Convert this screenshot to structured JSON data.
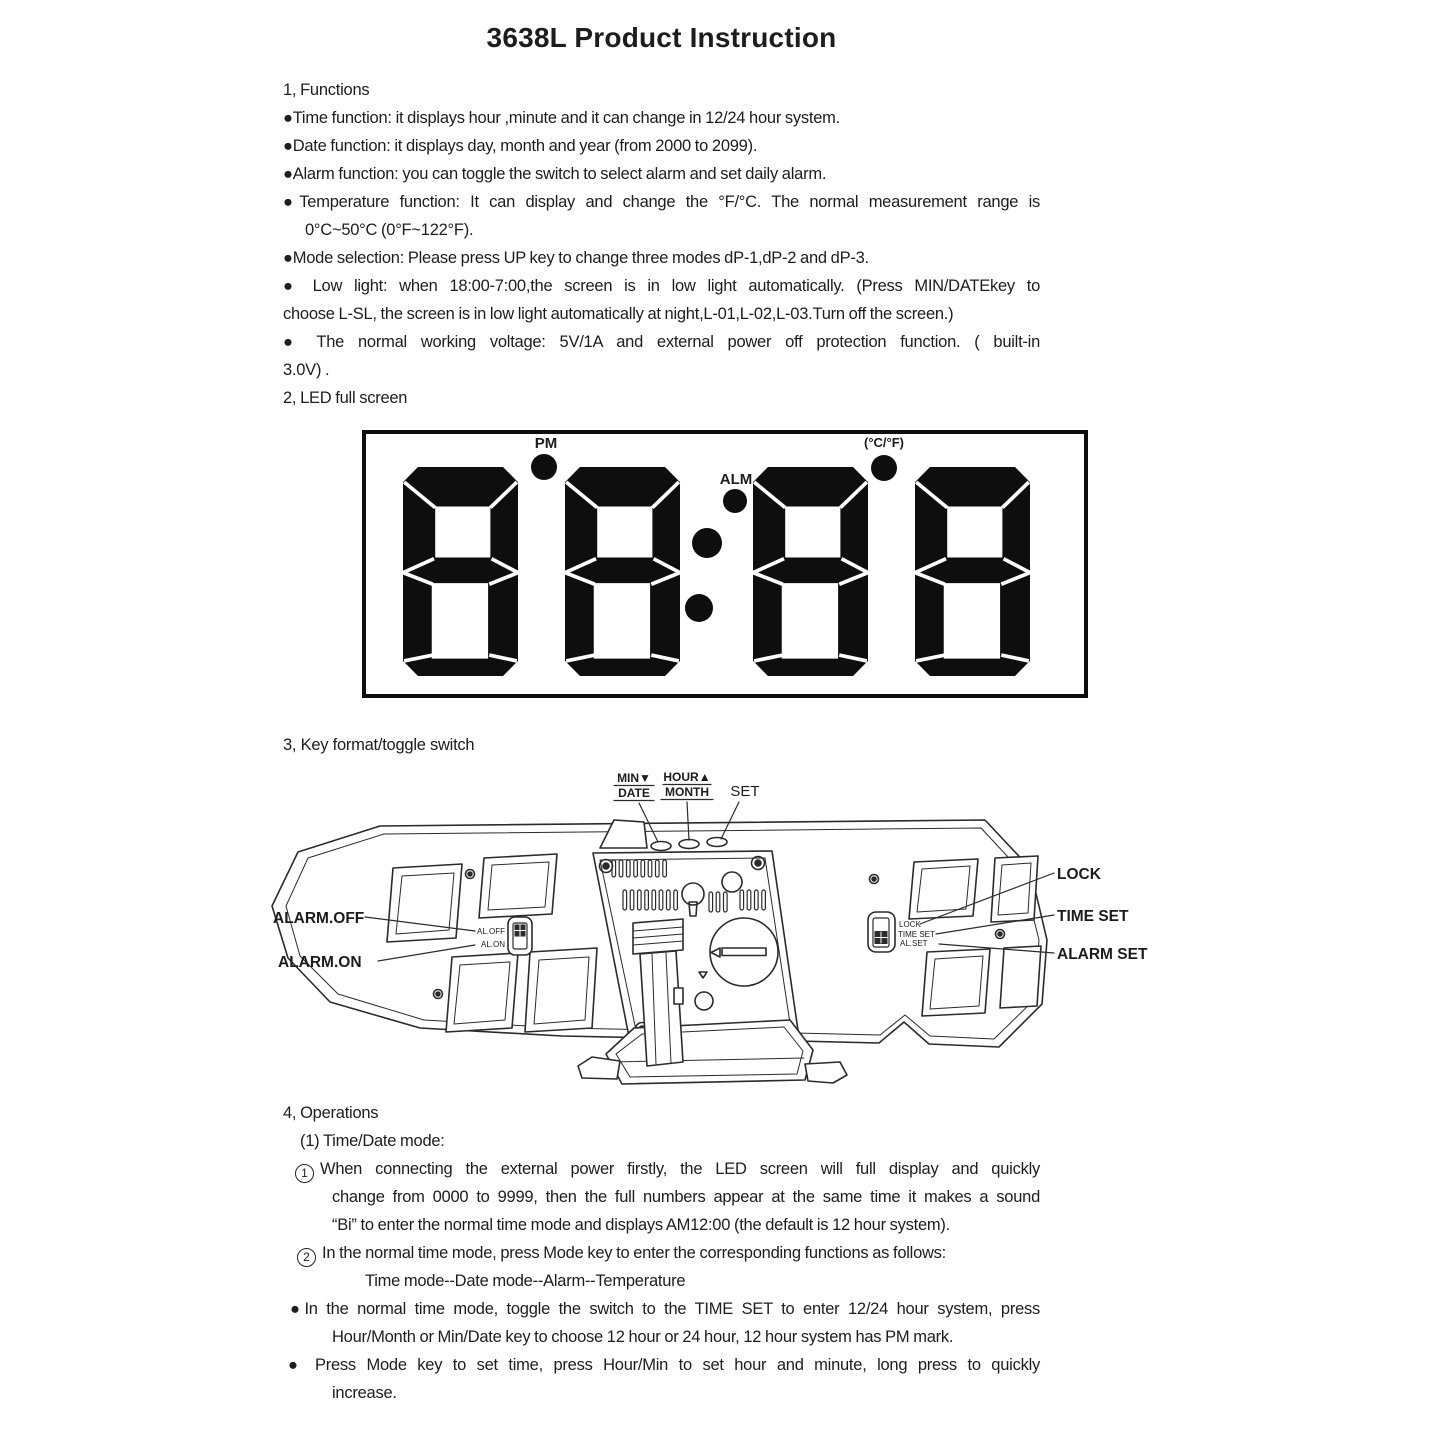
{
  "title": "3638L Product Instruction",
  "functions": {
    "heading": "1,  Functions",
    "lines": [
      "●Time function: it displays hour ,minute and it can change in 12/24 hour system.",
      "●Date function: it displays day, month and year (from 2000 to 2099).",
      "●Alarm function: you can toggle the switch to select alarm and set daily alarm.",
      "●Temperature function: It can display and change the °F/°C. The normal measurement range is",
      "0°C~50°C  (0°F~122°F).",
      "●Mode selection: Please press UP key to change three modes dP-1,dP-2 and dP-3.",
      "● Low light: when 18:00-7:00,the screen is in low light automatically. (Press MIN/DATEkey to",
      "choose L-SL, the screen is in low light automatically at night,L-01,L-02,L-03.Turn off the screen.)",
      "● The normal working voltage: 5V/1A and external power off protection function. ( built-in",
      "3.0V) ."
    ]
  },
  "led_section": {
    "heading": "2,  LED full screen",
    "pm_label": "PM",
    "alm_label": "ALM",
    "cf_label": "(°C/°F)"
  },
  "key_section": {
    "heading": "3,  Key format/toggle switch",
    "labels": {
      "min": "MIN▼",
      "date": "DATE",
      "hour": "HOUR▲",
      "month": "MONTH",
      "set": "SET",
      "alarm_off": "ALARM.OFF",
      "alarm_on": "ALARM.ON",
      "al_off_small": "AL.OFF",
      "al_on_small": "AL.ON",
      "lock_small": "LOCK",
      "time_set_small": "TIME SET",
      "al_set_small": "AL.SET",
      "lock": "LOCK",
      "time_set": "TIME SET",
      "alarm_set": "ALARM SET"
    }
  },
  "operations": {
    "heading": "4,  Operations",
    "sub": "(1) Time/Date mode:",
    "step1num": "1",
    "step1a": "When connecting the external power firstly, the LED screen will full display and quickly",
    "step1b": "change from 0000 to 9999, then the full numbers appear at the same time it makes a sound",
    "step1c": "“Bi” to enter the normal time mode and displays AM12:00 (the default is 12 hour system).",
    "step2num": "2",
    "step2a": "In the normal time mode, press Mode key to enter the corresponding functions as follows:",
    "modes": "Time mode--Date mode--Alarm--Temperature",
    "b1a": "●In the normal time mode, toggle the switch to the TIME SET to enter 12/24 hour system, press",
    "b1b": "Hour/Month or Min/Date key to choose 12 hour or 24 hour, 12 hour system has PM mark.",
    "b2a": "● Press Mode key to set time, press Hour/Min to set hour and minute, long press to quickly",
    "b2b": "increase."
  }
}
